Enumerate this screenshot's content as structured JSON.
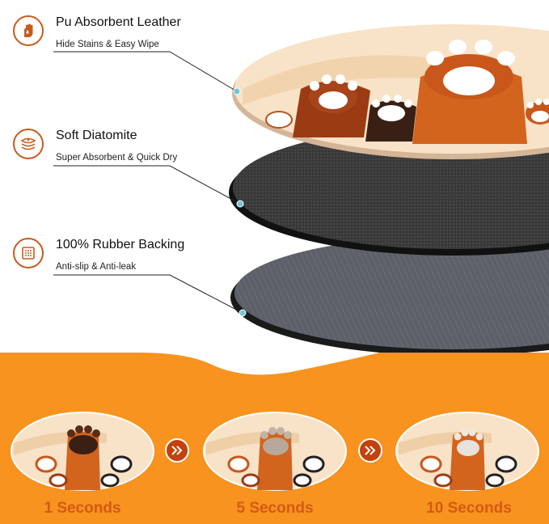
{
  "features": [
    {
      "title": "Pu Absorbent Leather",
      "subtitle": "Hide Stains & Easy Wipe",
      "icon": "hand-drop-icon"
    },
    {
      "title": "Soft Diatomite",
      "subtitle": "Super Absorbent & Quick Dry",
      "icon": "layers-icon"
    },
    {
      "title": "100% Rubber Backing",
      "subtitle": "Anti-slip & Anti-leak",
      "icon": "grid-square-icon"
    }
  ],
  "stages": [
    {
      "label": "1 Seconds"
    },
    {
      "label": "5 Seconds"
    },
    {
      "label": "10 Seconds"
    }
  ],
  "colors": {
    "accent": "#c85a1e",
    "band": "#f7931e",
    "caption": "#d45a14",
    "mat_top": "#f7dfc1",
    "felt": "#3a3a3a",
    "rubber": "#5b5e66"
  }
}
